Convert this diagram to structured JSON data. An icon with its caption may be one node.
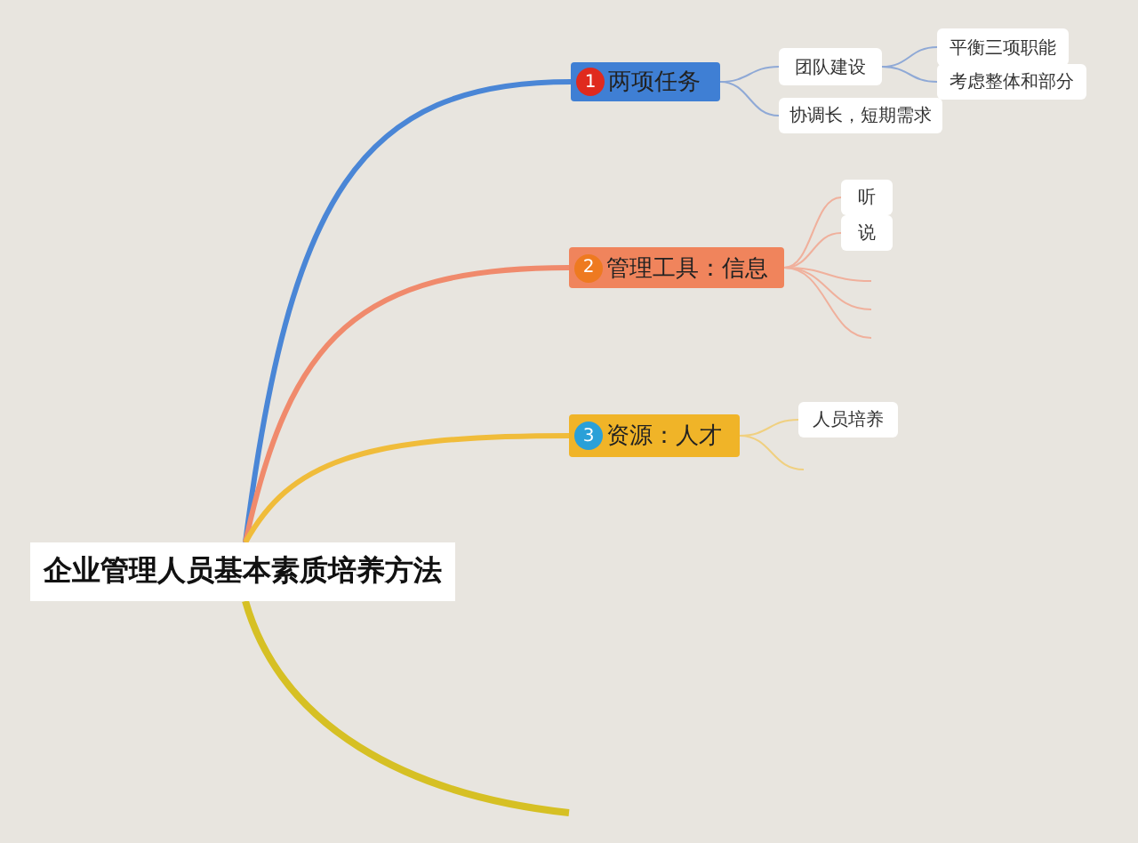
{
  "diagram": {
    "nodes": [
      {
        "text": [
          "企业管理人员基本素质培养方法"
        ]
      },
      {
        "text": [
          "1",
          "两项任务"
        ]
      },
      {
        "text": [
          "团队建设"
        ]
      },
      {
        "text": [
          "平衡三项职能"
        ]
      },
      {
        "text": [
          "考虑整体和部分"
        ]
      },
      {
        "text": [
          "协调长，短期需求"
        ]
      },
      {
        "text": [
          "2",
          "管理工具：信息"
        ]
      },
      {
        "text": [
          "听"
        ]
      },
      {
        "text": [
          "说"
        ]
      },
      {
        "text": [
          "3",
          "资源：人才"
        ]
      },
      {
        "text": [
          "人员培养"
        ]
      }
    ],
    "edges": [
      {
        "from": 0,
        "to": 1,
        "arrow": "none",
        "style": "thick",
        "color": "#4a86d6"
      },
      {
        "from": 0,
        "to": 6,
        "arrow": "none",
        "style": "thick",
        "color": "#f08a6c"
      },
      {
        "from": 0,
        "to": 9,
        "arrow": "none",
        "style": "thick",
        "color": "#f0bc3a"
      },
      {
        "from": 0,
        "to": null,
        "arrow": "none",
        "style": "thick",
        "color": "#d6c024"
      },
      {
        "from": 1,
        "to": 2,
        "arrow": "none",
        "color": "#8fa9d6"
      },
      {
        "from": 1,
        "to": 5,
        "arrow": "none",
        "color": "#8fa9d6"
      },
      {
        "from": 2,
        "to": 3,
        "arrow": "none",
        "color": "#8fa9d6"
      },
      {
        "from": 2,
        "to": 4,
        "arrow": "none",
        "color": "#8fa9d6"
      },
      {
        "from": 6,
        "to": 7,
        "arrow": "none",
        "color": "#f0b09c"
      },
      {
        "from": 6,
        "to": 8,
        "arrow": "none",
        "color": "#f0b09c"
      },
      {
        "from": 6,
        "to": null,
        "arrow": "none",
        "color": "#f0b09c"
      },
      {
        "from": 6,
        "to": null,
        "arrow": "none",
        "color": "#f0b09c"
      },
      {
        "from": 6,
        "to": null,
        "arrow": "none",
        "color": "#f0b09c"
      },
      {
        "from": 9,
        "to": 10,
        "arrow": "none",
        "color": "#f0d080"
      },
      {
        "from": 9,
        "to": null,
        "arrow": "none",
        "color": "#f0d080"
      }
    ]
  }
}
